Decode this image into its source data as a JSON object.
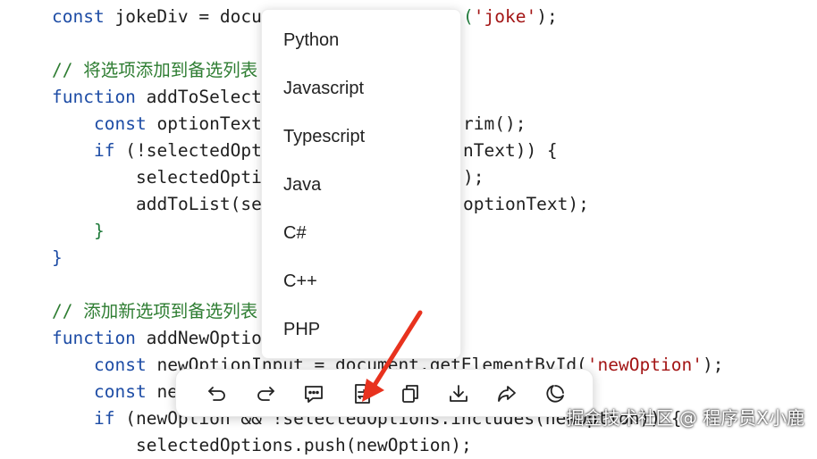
{
  "code_lines": [
    {
      "kw": "const ",
      "text": "jokeDiv = docu",
      "tail_pre": "",
      "tail_str": "'joke'",
      "tail_post": ");"
    },
    {
      "comment": "// 将选项添加到备选列表"
    },
    {
      "kw": "function ",
      "text": "addToSelect"
    },
    {
      "kw": "const ",
      "text": "optionText",
      "right": "rim();"
    },
    {
      "kw": "if ",
      "text": "(!selectedOpt",
      "right": "nText)) {"
    },
    {
      "text": "selectedOpti",
      "right": ");"
    },
    {
      "text": "addToList(se",
      "right": "optionText);"
    },
    {
      "text": "}"
    },
    {
      "text": "}"
    },
    {
      "comment": "// 添加新选项到备选列表"
    },
    {
      "kw": "function ",
      "text": "addNewOptio"
    },
    {
      "kw": "const ",
      "text": "newOptionInput = document.getElementById(",
      "str": "'newOption'",
      "post": ");"
    },
    {
      "kw": "const ",
      "text": "ne"
    },
    {
      "kw": "if ",
      "text": "(newOption && !selectedOptions.includes(newOption)) {"
    },
    {
      "text": "selectedOptions.push(newOption);"
    }
  ],
  "language_menu": {
    "items": [
      "Python",
      "Javascript",
      "Typescript",
      "Java",
      "C#",
      "C++",
      "PHP"
    ]
  },
  "toolbar": {
    "tools": [
      "undo-icon",
      "redo-icon",
      "comment-icon",
      "convert-icon",
      "copy-icon",
      "download-icon",
      "share-icon",
      "theme-icon"
    ]
  },
  "colors": {
    "keyword": "#1d4ca5",
    "string": "#a31515",
    "comment": "#2e7d32",
    "annotation_arrow": "#e8321e"
  },
  "watermark": "掘金技术社区 @ 程序员X小鹿"
}
